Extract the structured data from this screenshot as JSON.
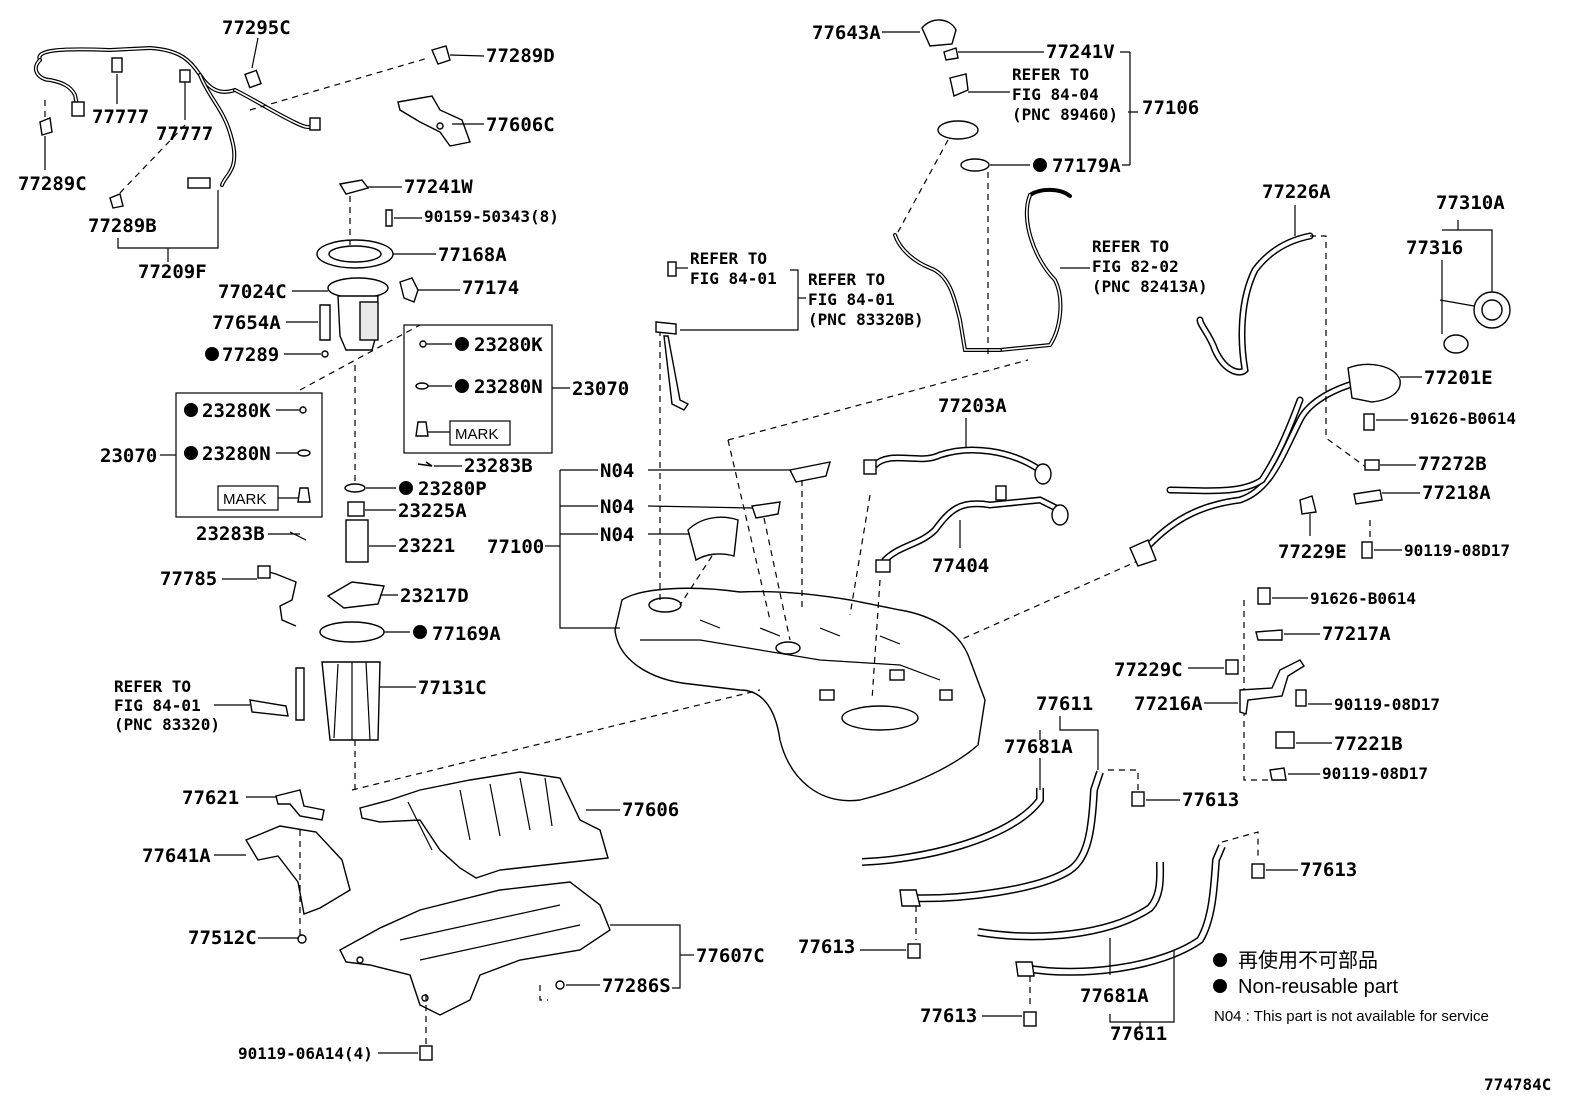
{
  "labels": {
    "p77295C": "77295C",
    "p77289D": "77289D",
    "p77606C": "77606C",
    "p77777a": "77777",
    "p77777b": "77777",
    "p77289C": "77289C",
    "p77289B": "77289B",
    "p77209F": "77209F",
    "p77241W": "77241W",
    "p90159": "90159-50343(8)",
    "p77168A": "77168A",
    "p77024C": "77024C",
    "p77174": "77174",
    "p77654A": "77654A",
    "p77289": "77289",
    "p23280K_r": "23280K",
    "p23280N_r": "23280N",
    "p23070_r": "23070",
    "mark_r": "MARK",
    "p23283B_r": "23283B",
    "p23280K_l": "23280K",
    "p23280N_l": "23280N",
    "p23070_l": "23070",
    "mark_l": "MARK",
    "p23283B_l": "23283B",
    "p23280P": "23280P",
    "p23225A": "23225A",
    "p23221": "23221",
    "p77785": "77785",
    "p23217D": "23217D",
    "p77169A": "77169A",
    "p77131C": "77131C",
    "p77621": "77621",
    "p77641A": "77641A",
    "p77512C": "77512C",
    "p77606": "77606",
    "p77607C": "77607C",
    "p77286S": "77286S",
    "p90119_06A14": "90119-06A14(4)",
    "p77643A": "77643A",
    "p77241V": "77241V",
    "p77106": "77106",
    "p77179A": "77179A",
    "n04a": "N04",
    "n04b": "N04",
    "n04c": "N04",
    "p77100": "77100",
    "p77203A": "77203A",
    "p77404": "77404",
    "p77226A": "77226A",
    "p77310A": "77310A",
    "p77316": "77316",
    "p77201E": "77201E",
    "p91626_a": "91626-B0614",
    "p77272B": "77272B",
    "p77218A": "77218A",
    "p77229E": "77229E",
    "p90119_08D17_a": "90119-08D17",
    "p91626_b": "91626-B0614",
    "p77217A": "77217A",
    "p77229C": "77229C",
    "p77216A": "77216A",
    "p90119_08D17_b": "90119-08D17",
    "p77221B": "77221B",
    "p90119_08D17_c": "90119-08D17",
    "p77611_top": "77611",
    "p77681A_top": "77681A",
    "p77613_a": "77613",
    "p77613_b": "77613",
    "p77613_c": "77613",
    "p77613_d": "77613",
    "p77681A_bot": "77681A",
    "p77611_bot": "77611"
  },
  "references": {
    "fig8404": [
      "REFER TO",
      "FIG 84-04",
      "(PNC 89460)"
    ],
    "fig8202": [
      "REFER TO",
      "FIG 82-02",
      "(PNC 82413A)"
    ],
    "fig8401_short": [
      "REFER TO",
      "FIG 84-01"
    ],
    "fig8401_83320B": [
      "REFER TO",
      "FIG 84-01",
      "(PNC 83320B)"
    ],
    "fig8401_83320": [
      "REFER TO",
      "FIG 84-01",
      "(PNC 83320)"
    ]
  },
  "legend": {
    "jp": "再使用不可部品",
    "en": "Non-reusable part",
    "n04": "N04 : This part is not available for service"
  },
  "diagram_id": "774784C"
}
